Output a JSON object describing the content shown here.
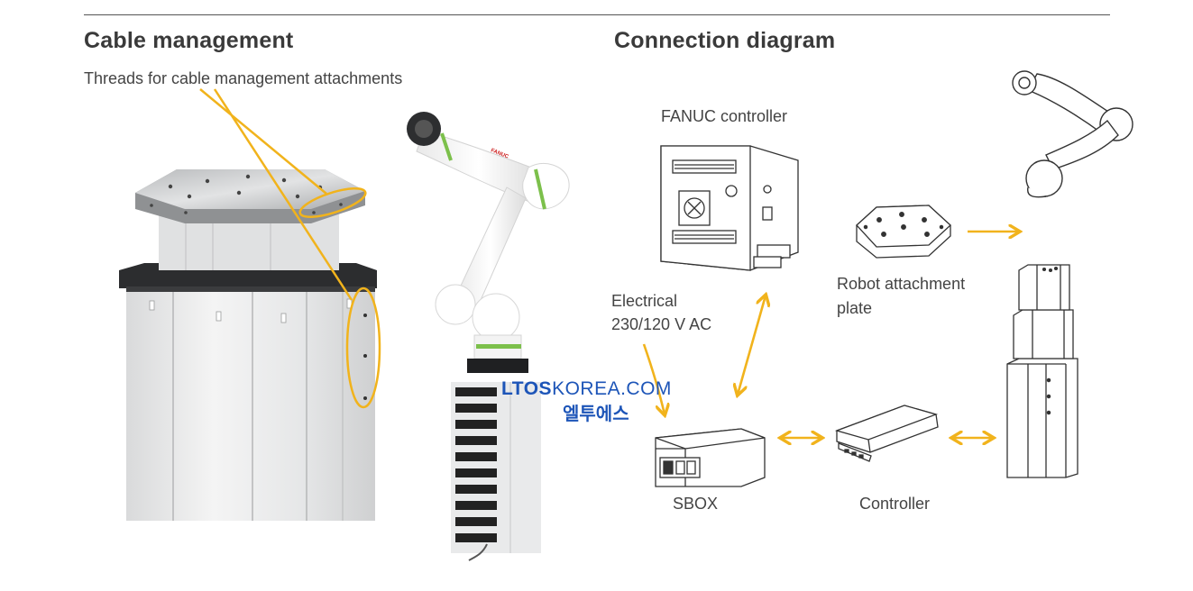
{
  "left": {
    "title": "Cable management",
    "subtitle": "Threads for cable management attachments"
  },
  "right": {
    "title": "Connection diagram",
    "fanuc_controller": "FANUC controller",
    "electrical_line1": "Electrical",
    "electrical_line2": "230/120 V AC",
    "attachment_line1": "Robot attachment",
    "attachment_line2": "plate",
    "sbox": "SBOX",
    "controller": "Controller"
  },
  "watermark": {
    "brand_bold": "LTOS",
    "brand_rest": "KOREA.COM",
    "korean": "엘투에스"
  },
  "robot_label": "FANUC",
  "colors": {
    "accent": "#f1b31c",
    "robot_green": "#7cc04b",
    "watermark": "#1d55b8"
  }
}
